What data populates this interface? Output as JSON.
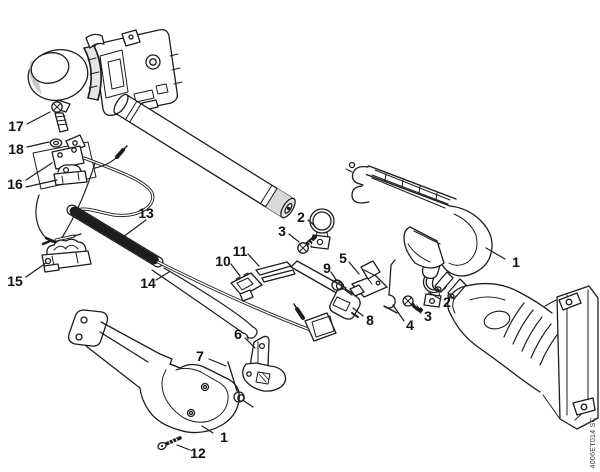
{
  "colors": {
    "background": "#ffffff",
    "line": "#1d1d1d",
    "shade_light": "#e3e3e3",
    "shade_mid": "#cfcfcf"
  },
  "callouts": [
    {
      "label": "1"
    },
    {
      "label": "1"
    },
    {
      "label": "2"
    },
    {
      "label": "2"
    },
    {
      "label": "3"
    },
    {
      "label": "3"
    },
    {
      "label": "4"
    },
    {
      "label": "5"
    },
    {
      "label": "6"
    },
    {
      "label": "7"
    },
    {
      "label": "8"
    },
    {
      "label": "9"
    },
    {
      "label": "10"
    },
    {
      "label": "11"
    },
    {
      "label": "12"
    },
    {
      "label": "13"
    },
    {
      "label": "14"
    },
    {
      "label": "15"
    },
    {
      "label": "16"
    },
    {
      "label": "17"
    },
    {
      "label": "18"
    }
  ],
  "footer": {
    "image_code": "4006ET014 SC"
  }
}
